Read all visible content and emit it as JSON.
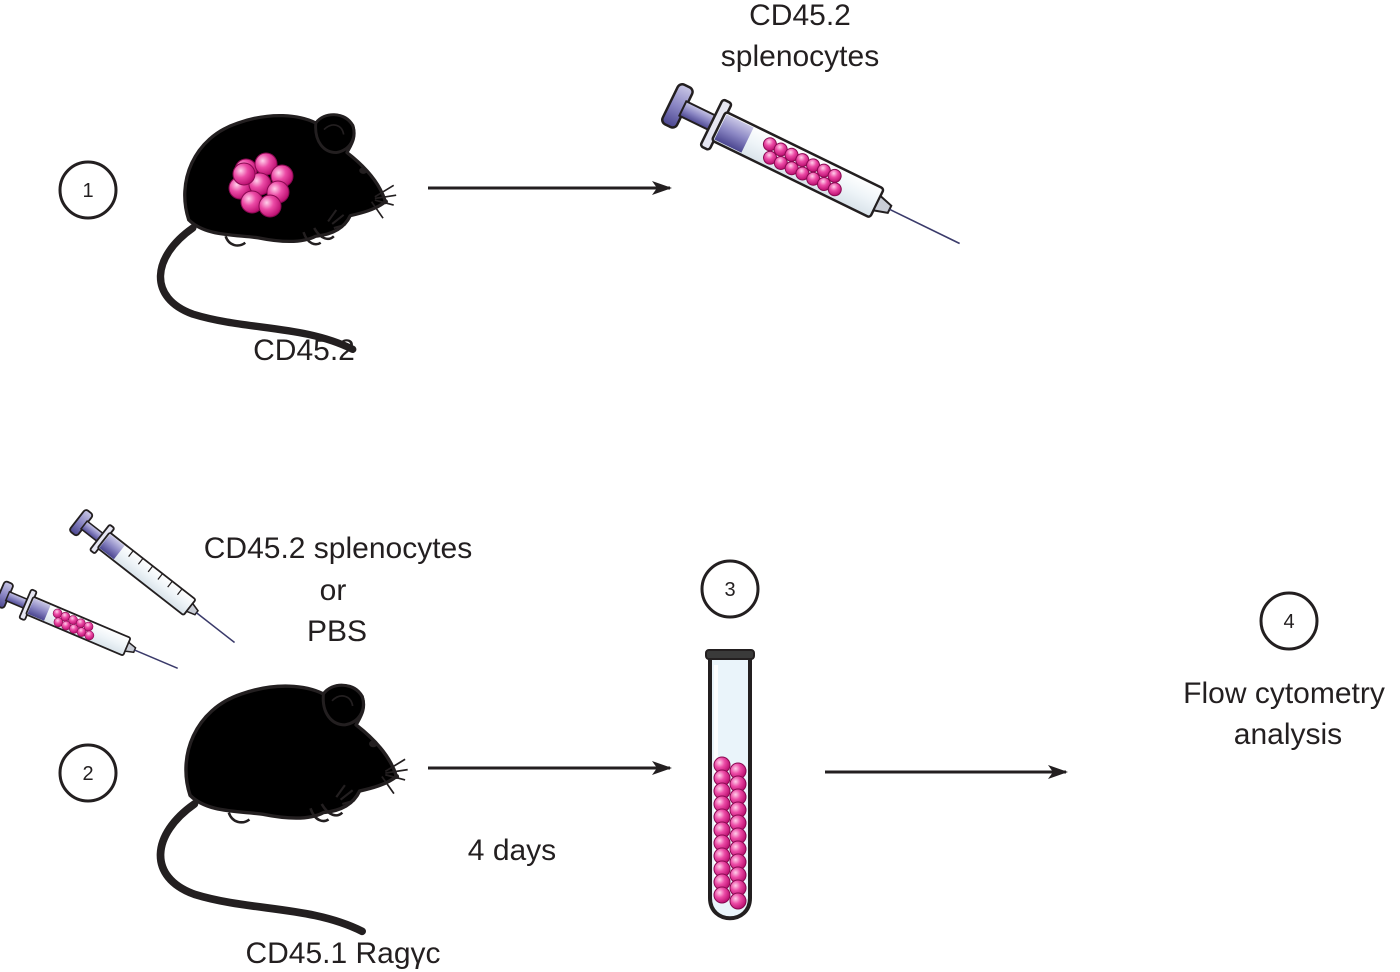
{
  "steps": [
    {
      "number": "1"
    },
    {
      "number": "2"
    },
    {
      "number": "3"
    },
    {
      "number": "4"
    }
  ],
  "labels": {
    "donor_mouse": "CD45.2",
    "donor_syringe_line1": "CD45.2",
    "donor_syringe_line2": "splenocytes",
    "injection_line1": "CD45.2 splenocytes",
    "injection_line2": "or",
    "injection_line3": "PBS",
    "recipient_mouse": "CD45.1 Ragγc",
    "duration": "4 days",
    "analysis_line1": "Flow cytometry",
    "analysis_line2": "analysis"
  },
  "colors": {
    "donor_mouse": "#e3e4e4",
    "recipient_mouse": "#7f8083",
    "cells": "#e2168a",
    "syringe_plunger": "#8b87c4",
    "outline": "#231f20"
  },
  "icons": [
    "mouse-icon",
    "syringe-icon",
    "test-tube-icon",
    "cell-cluster-icon",
    "arrow-icon"
  ]
}
